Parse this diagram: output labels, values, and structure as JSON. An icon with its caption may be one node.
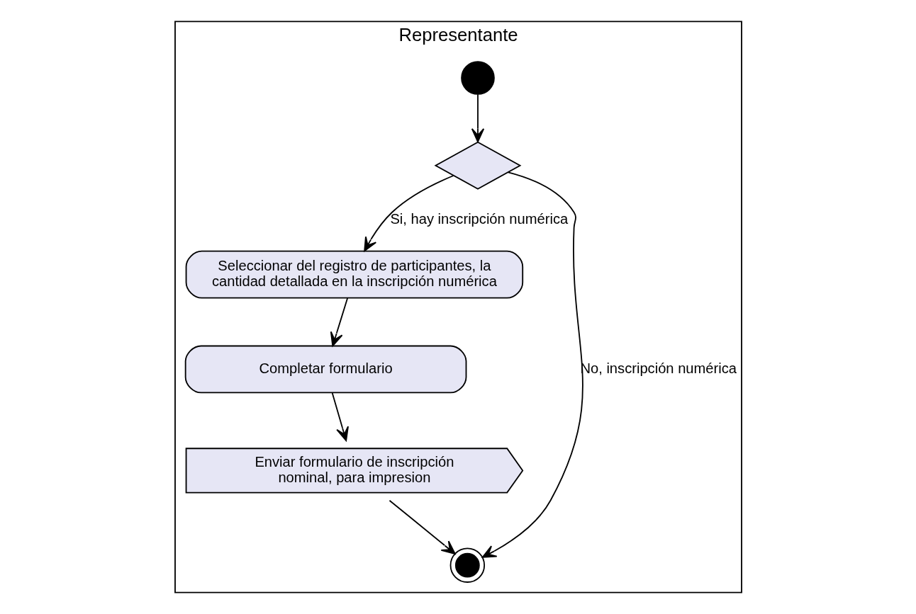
{
  "diagram": {
    "nodes": [
      {
        "text": [
          "Representante"
        ]
      },
      {
        "text": [],
        "shape": "circle",
        "in": 0
      },
      {
        "text": [],
        "shape": "diamond",
        "in": 0
      },
      {
        "text": [
          "Seleccionar del registro de participantes, la cantidad detallada en la inscripción numérica"
        ],
        "in": 0
      },
      {
        "text": [
          "Completar formulario"
        ],
        "in": 0
      },
      {
        "text": [
          "Enviar formulario de inscripción nominal, para impresion"
        ],
        "in": 0
      },
      {
        "text": [],
        "shape": "circle",
        "in": 0
      }
    ],
    "edges": [
      {
        "from": 1,
        "to": 2,
        "arrow": "to"
      },
      {
        "from": 2,
        "to": 3,
        "arrow": "to",
        "label": "Si, hay inscripción numérica"
      },
      {
        "from": 2,
        "to": 6,
        "arrow": "to",
        "label": "No, inscripción numérica"
      },
      {
        "from": 3,
        "to": 4,
        "arrow": "to"
      },
      {
        "from": 4,
        "to": 5,
        "arrow": "to"
      },
      {
        "from": 5,
        "to": 6,
        "arrow": "to"
      }
    ]
  }
}
